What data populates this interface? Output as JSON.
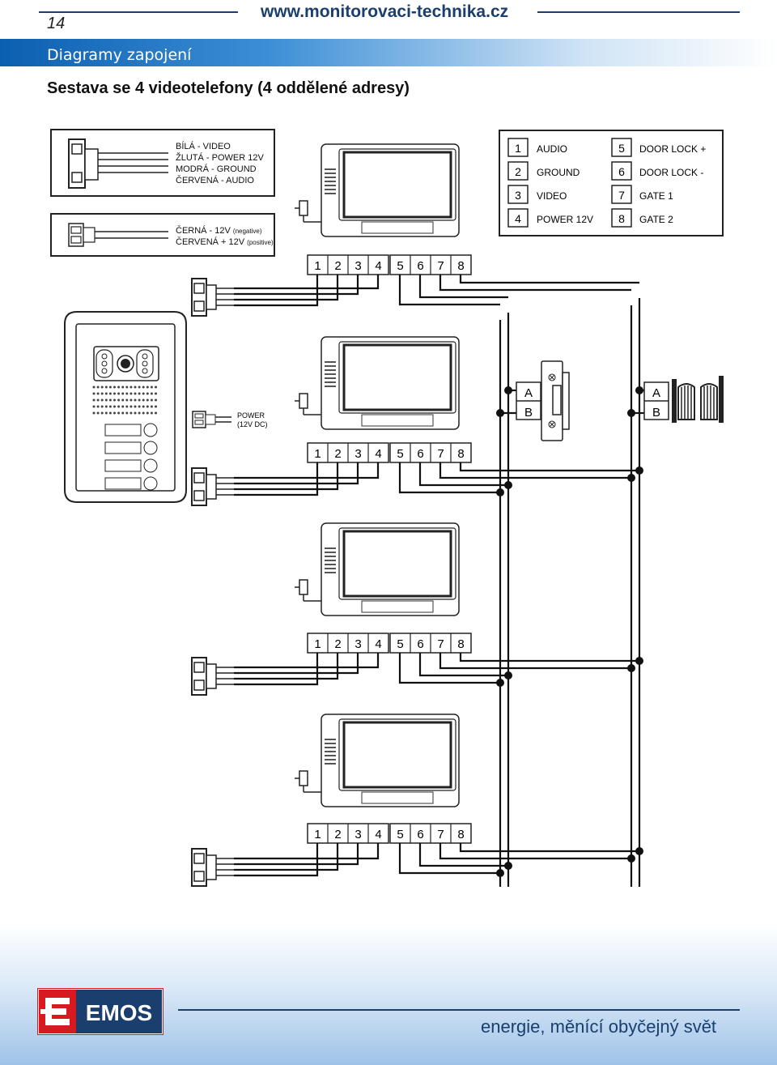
{
  "header": {
    "page_number": "14",
    "site_url": "www.monitorovaci-technika.cz",
    "section_title": "Diagramy zapojení",
    "subtitle": "Sestava se 4 videotelefony (4 oddělené adresy)"
  },
  "wire_legend": {
    "lines": [
      "BÍLÁ - VIDEO",
      "ŽLUTÁ - POWER 12V",
      "MODRÁ - GROUND",
      "ČERVENÁ - AUDIO"
    ]
  },
  "power_legend": {
    "negative": "ČERNÁ - 12V",
    "negative_note": "(negative)",
    "positive": "ČERVENÁ + 12V",
    "positive_note": "(positive)"
  },
  "terminal_legend": {
    "rows": [
      {
        "num": "1",
        "label": "AUDIO",
        "num2": "5",
        "label2": "DOOR LOCK +"
      },
      {
        "num": "2",
        "label": "GROUND",
        "num2": "6",
        "label2": "DOOR LOCK -"
      },
      {
        "num": "3",
        "label": "VIDEO",
        "num2": "7",
        "label2": "GATE 1"
      },
      {
        "num": "4",
        "label": "POWER 12V",
        "num2": "8",
        "label2": "GATE 2"
      }
    ]
  },
  "terminal_numbers": [
    "1",
    "2",
    "3",
    "4",
    "5",
    "6",
    "7",
    "8"
  ],
  "door_station_power": {
    "line1": "POWER",
    "line2": "(12V DC)"
  },
  "lock_labels": {
    "a": "A",
    "b": "B"
  },
  "gate_labels": {
    "a": "A",
    "b": "B"
  },
  "footer": {
    "brand": "EMOS",
    "slogan": "energie, měnící obyčejný svět"
  },
  "colors": {
    "accent": "#1a3e6e",
    "brand_red": "#d71920"
  }
}
